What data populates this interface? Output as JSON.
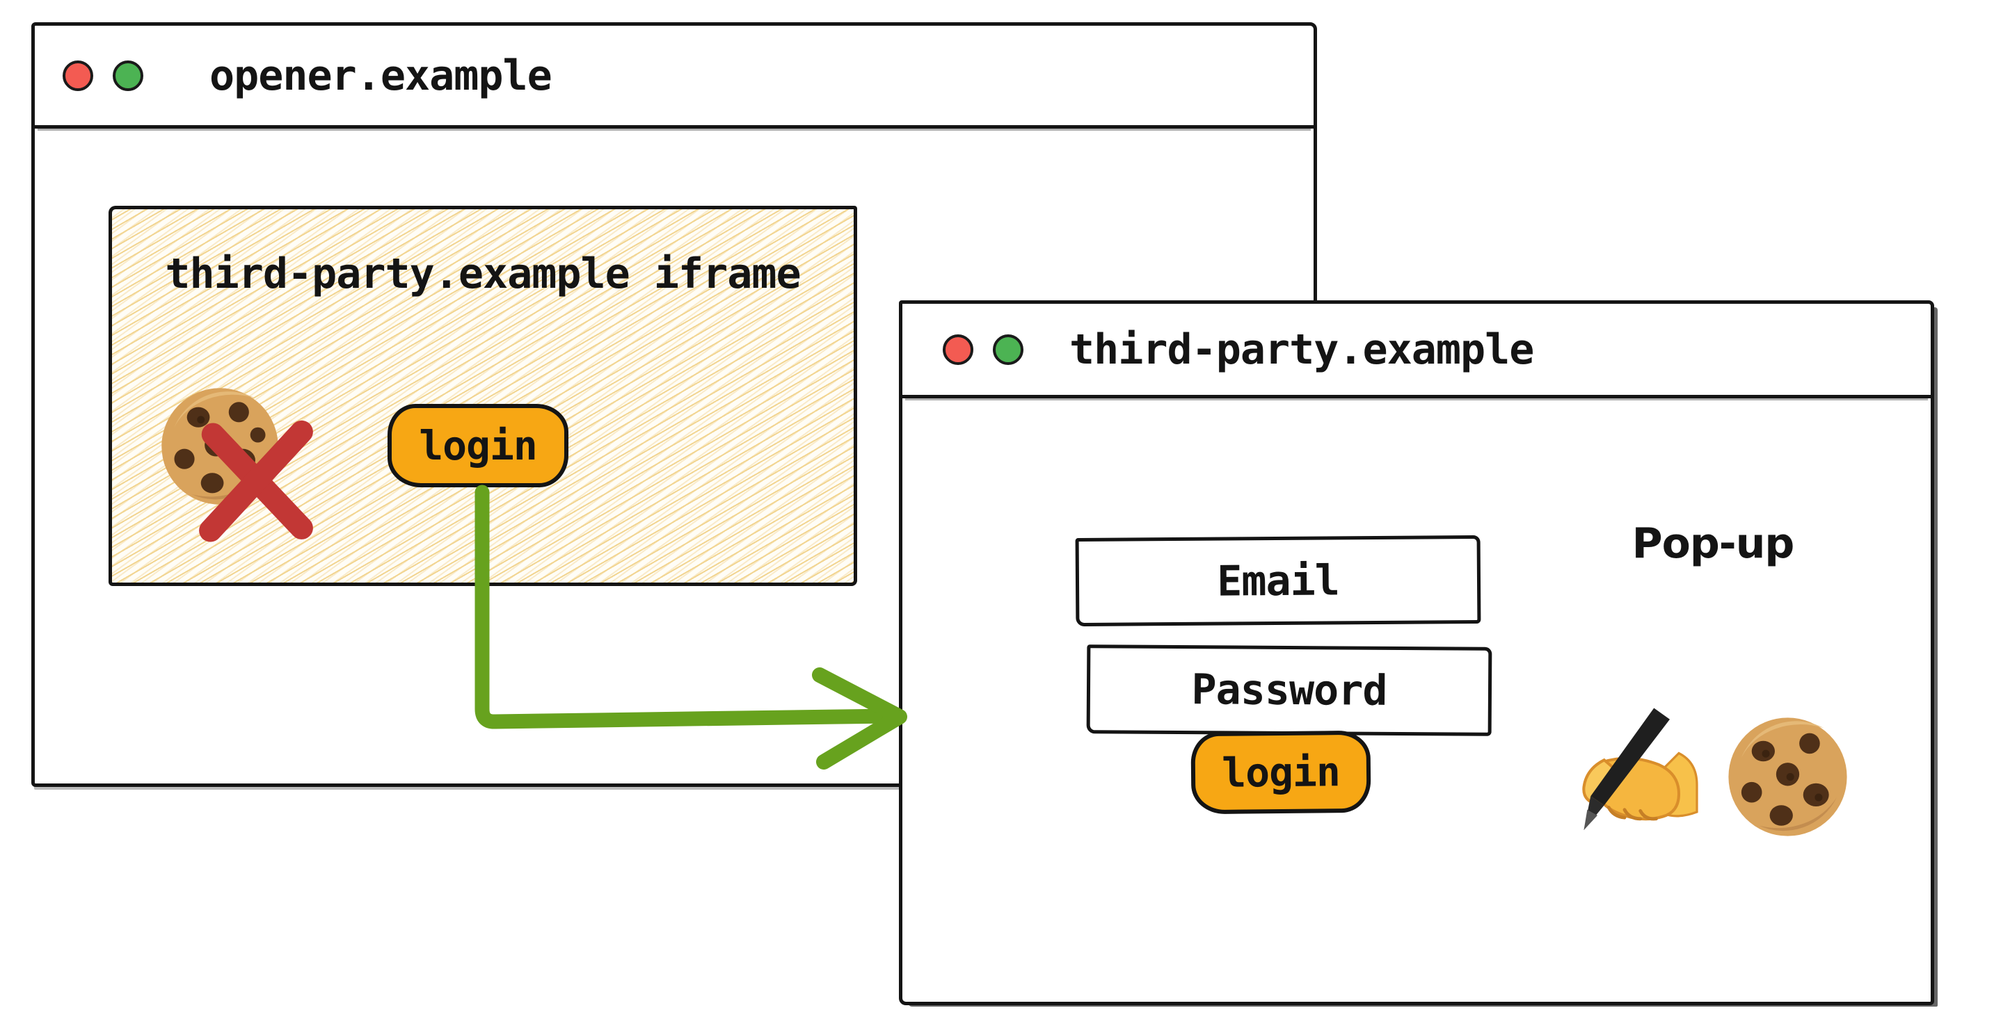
{
  "opener": {
    "title": "opener.example",
    "iframe": {
      "label": "third-party.example iframe",
      "login_label": "login"
    }
  },
  "popup": {
    "title": "third-party.example",
    "annotation": "Pop-up",
    "form": {
      "email_label": "Email",
      "password_label": "Password",
      "login_label": "login"
    }
  },
  "colors": {
    "ink": "#141414",
    "paper": "#FFFDF6",
    "hatch_line": "#F2D591",
    "accent_orange": "#F7A714",
    "arrow_green": "#67A21E",
    "blocked_red": "#C23735",
    "dot_red": "#F35B52",
    "dot_green": "#4CB353",
    "cookie_base": "#D9A35C",
    "cookie_chip": "#4F3018",
    "hand_yellow": "#F5B63F",
    "pen_black": "#1F1F1F"
  }
}
